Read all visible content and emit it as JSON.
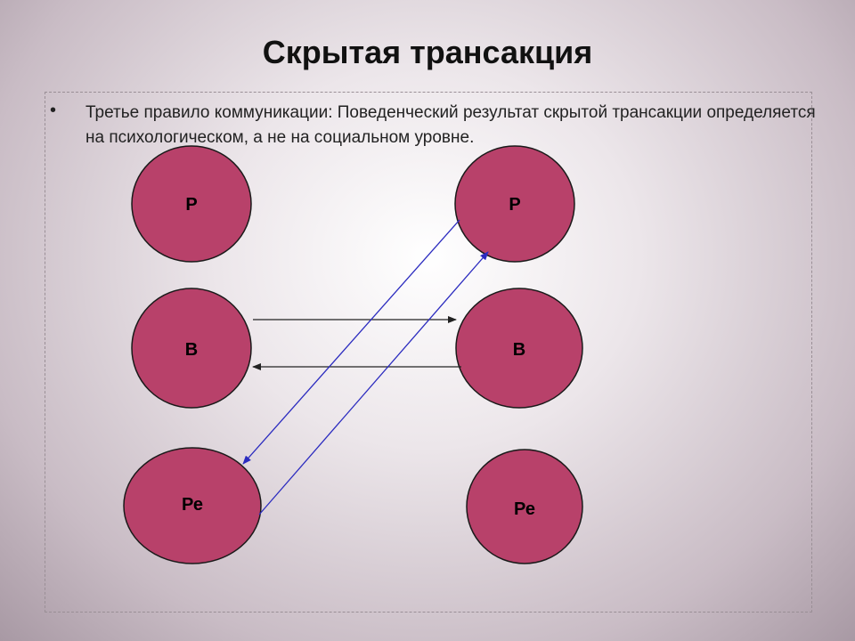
{
  "slide": {
    "title": "Скрытая трансакция",
    "bullet_marker": "•",
    "bullet_text": "Третье правило коммуникации: Поведенческий результат скрытой трансакции определяется на психологическом, а не на социальном уровне."
  },
  "diagram": {
    "left_column": {
      "top_label": "Р",
      "middle_label": "В",
      "bottom_label": "Ре"
    },
    "right_column": {
      "top_label": "Р",
      "middle_label": "В",
      "bottom_label": "Ре"
    },
    "colors": {
      "circle_fill": "#b8416a",
      "circle_stroke": "#1a1a1a",
      "social_arrow": "#222222",
      "psychological_arrow": "#2b2bbf"
    }
  }
}
